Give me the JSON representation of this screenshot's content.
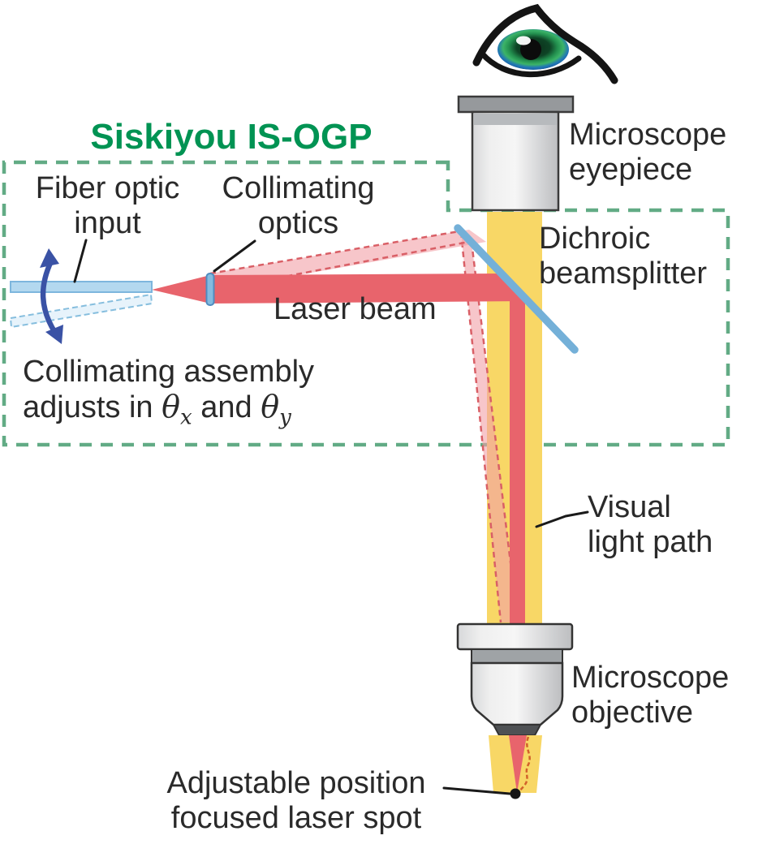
{
  "title": {
    "text": "Siskiyou IS-OGP"
  },
  "labels": {
    "fiber_optic_input": {
      "line1": "Fiber optic",
      "line2": "input"
    },
    "collimating_optics": {
      "line1": "Collimating",
      "line2": "optics"
    },
    "laser_beam": "Laser beam",
    "microscope_eyepiece": {
      "line1": "Microscope",
      "line2": "eyepiece"
    },
    "dichroic_beamsplitter": {
      "line1": "Dichroic",
      "line2": "beamsplitter"
    },
    "visual_light_path": {
      "line1": "Visual",
      "line2": "light path"
    },
    "microscope_objective": {
      "line1": "Microscope",
      "line2": "objective"
    },
    "focused_laser_spot": {
      "line1": "Adjustable position",
      "line2": "focused laser spot"
    },
    "collimating_note": {
      "line1": "Collimating assembly",
      "line2_prefix": "adjusts in ",
      "theta_x": "θ",
      "sub_x": "x",
      "line2_and": " and ",
      "theta_y": "θ",
      "sub_y": "y"
    }
  },
  "colors": {
    "title_green": "#009353",
    "box_dash_green": "#62ab85",
    "laser_red": "#e8646c",
    "laser_ghost_pink": "#f2a0a6",
    "visual_yellow": "#f8d766",
    "beamsplitter_blue": "#74b0d8",
    "fiber_blue": "#b3d8ef",
    "adjust_arrow_blue": "#3a52a5",
    "label_text": "#2a2a2a"
  }
}
